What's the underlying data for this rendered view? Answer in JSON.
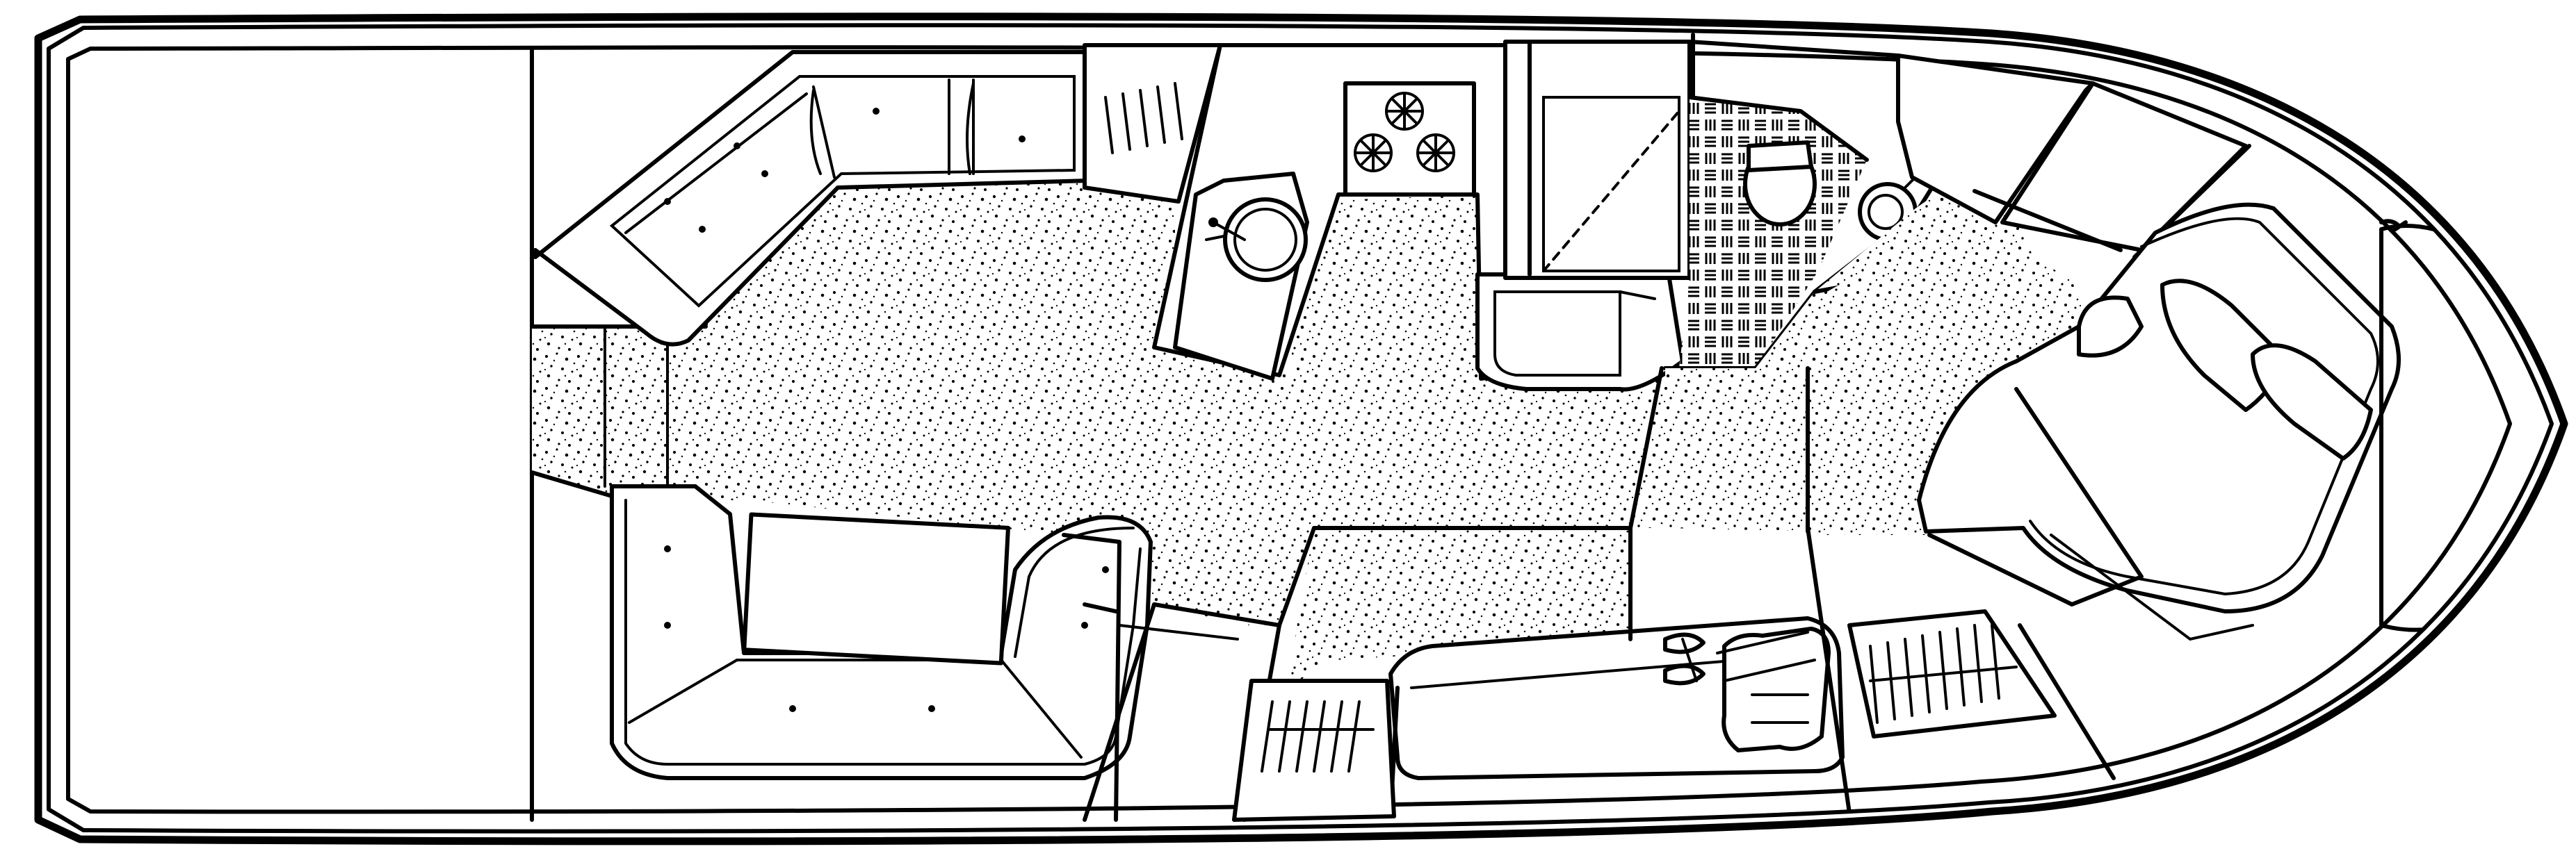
{
  "diagram": {
    "type": "boat-floor-plan",
    "view": "top-down",
    "orientation": "stern-left-bow-right",
    "colors": {
      "line": "#000000",
      "background": "#ffffff"
    },
    "areas": [
      {
        "id": "aft-cockpit",
        "label": ""
      },
      {
        "id": "salon",
        "label": ""
      },
      {
        "id": "galley",
        "label": ""
      },
      {
        "id": "head",
        "label": ""
      },
      {
        "id": "stall-shower",
        "label": ""
      },
      {
        "id": "guest-stateroom",
        "label": ""
      },
      {
        "id": "forward-stateroom",
        "label": ""
      },
      {
        "id": "chain-locker",
        "label": ""
      }
    ],
    "fixtures": [
      "l-shaped-settee",
      "u-shaped-dinette",
      "dinette-table",
      "galley-counter",
      "galley-sink",
      "three-burner-cooktop",
      "refrigerator",
      "shower",
      "marine-toilet",
      "head-sink",
      "upper-helm-stairs",
      "companionway-steps",
      "guest-berth",
      "island-v-berth",
      "hanging-locker-grating"
    ]
  }
}
